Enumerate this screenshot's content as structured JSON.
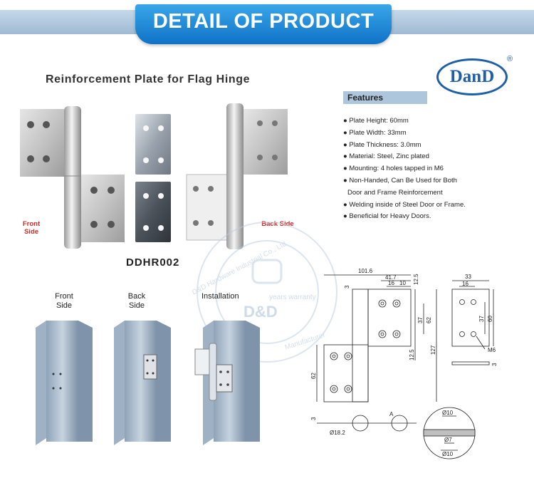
{
  "banner": {
    "title": "DETAIL OF PRODUCT"
  },
  "product": {
    "heading": "Reinforcement Plate for Flag Hinge",
    "code": "DDHR002"
  },
  "logo": {
    "text": "DanD",
    "registered": "®"
  },
  "features": {
    "title": "Features",
    "items": [
      "● Plate Height: 60mm",
      "● Plate Width: 33mm",
      "● Plate Thickness: 3.0mm",
      "● Material: Steel, Zinc plated",
      "● Mounting: 4 holes tapped in M6",
      "● Non-Handed, Can Be Used for Both",
      "Door and Frame Reinforcement",
      "● Welding inside of Steel Door or Frame.",
      "● Beneficial for Heavy Doors."
    ]
  },
  "photo_labels": {
    "front": "Front Side",
    "back": "Back Side"
  },
  "install": {
    "front": "Front Side",
    "back": "Back Side",
    "installation": "Installation"
  },
  "watermark": {
    "ring": "D&D Hardware Industrial Co., Ltd",
    "warranty": "years warranty",
    "brand": "D&D",
    "sub": "Manufacturer"
  },
  "drawing": {
    "d101_6": "101.6",
    "d41_7": "41.7",
    "d16": "16",
    "d10": "10",
    "d12_5a": "12.5",
    "d3": "3",
    "d37": "37",
    "d62": "62",
    "d12_5b": "12.5",
    "d127": "127",
    "d62l": "62",
    "d3b": "3",
    "d18_2": "Ø18.2",
    "A": "A",
    "p33": "33",
    "p16": "16",
    "p37": "37",
    "p60": "60",
    "m6": "M6",
    "p3": "3",
    "c10a": "Ø10",
    "c7": "Ø7",
    "c10b": "Ø10"
  }
}
